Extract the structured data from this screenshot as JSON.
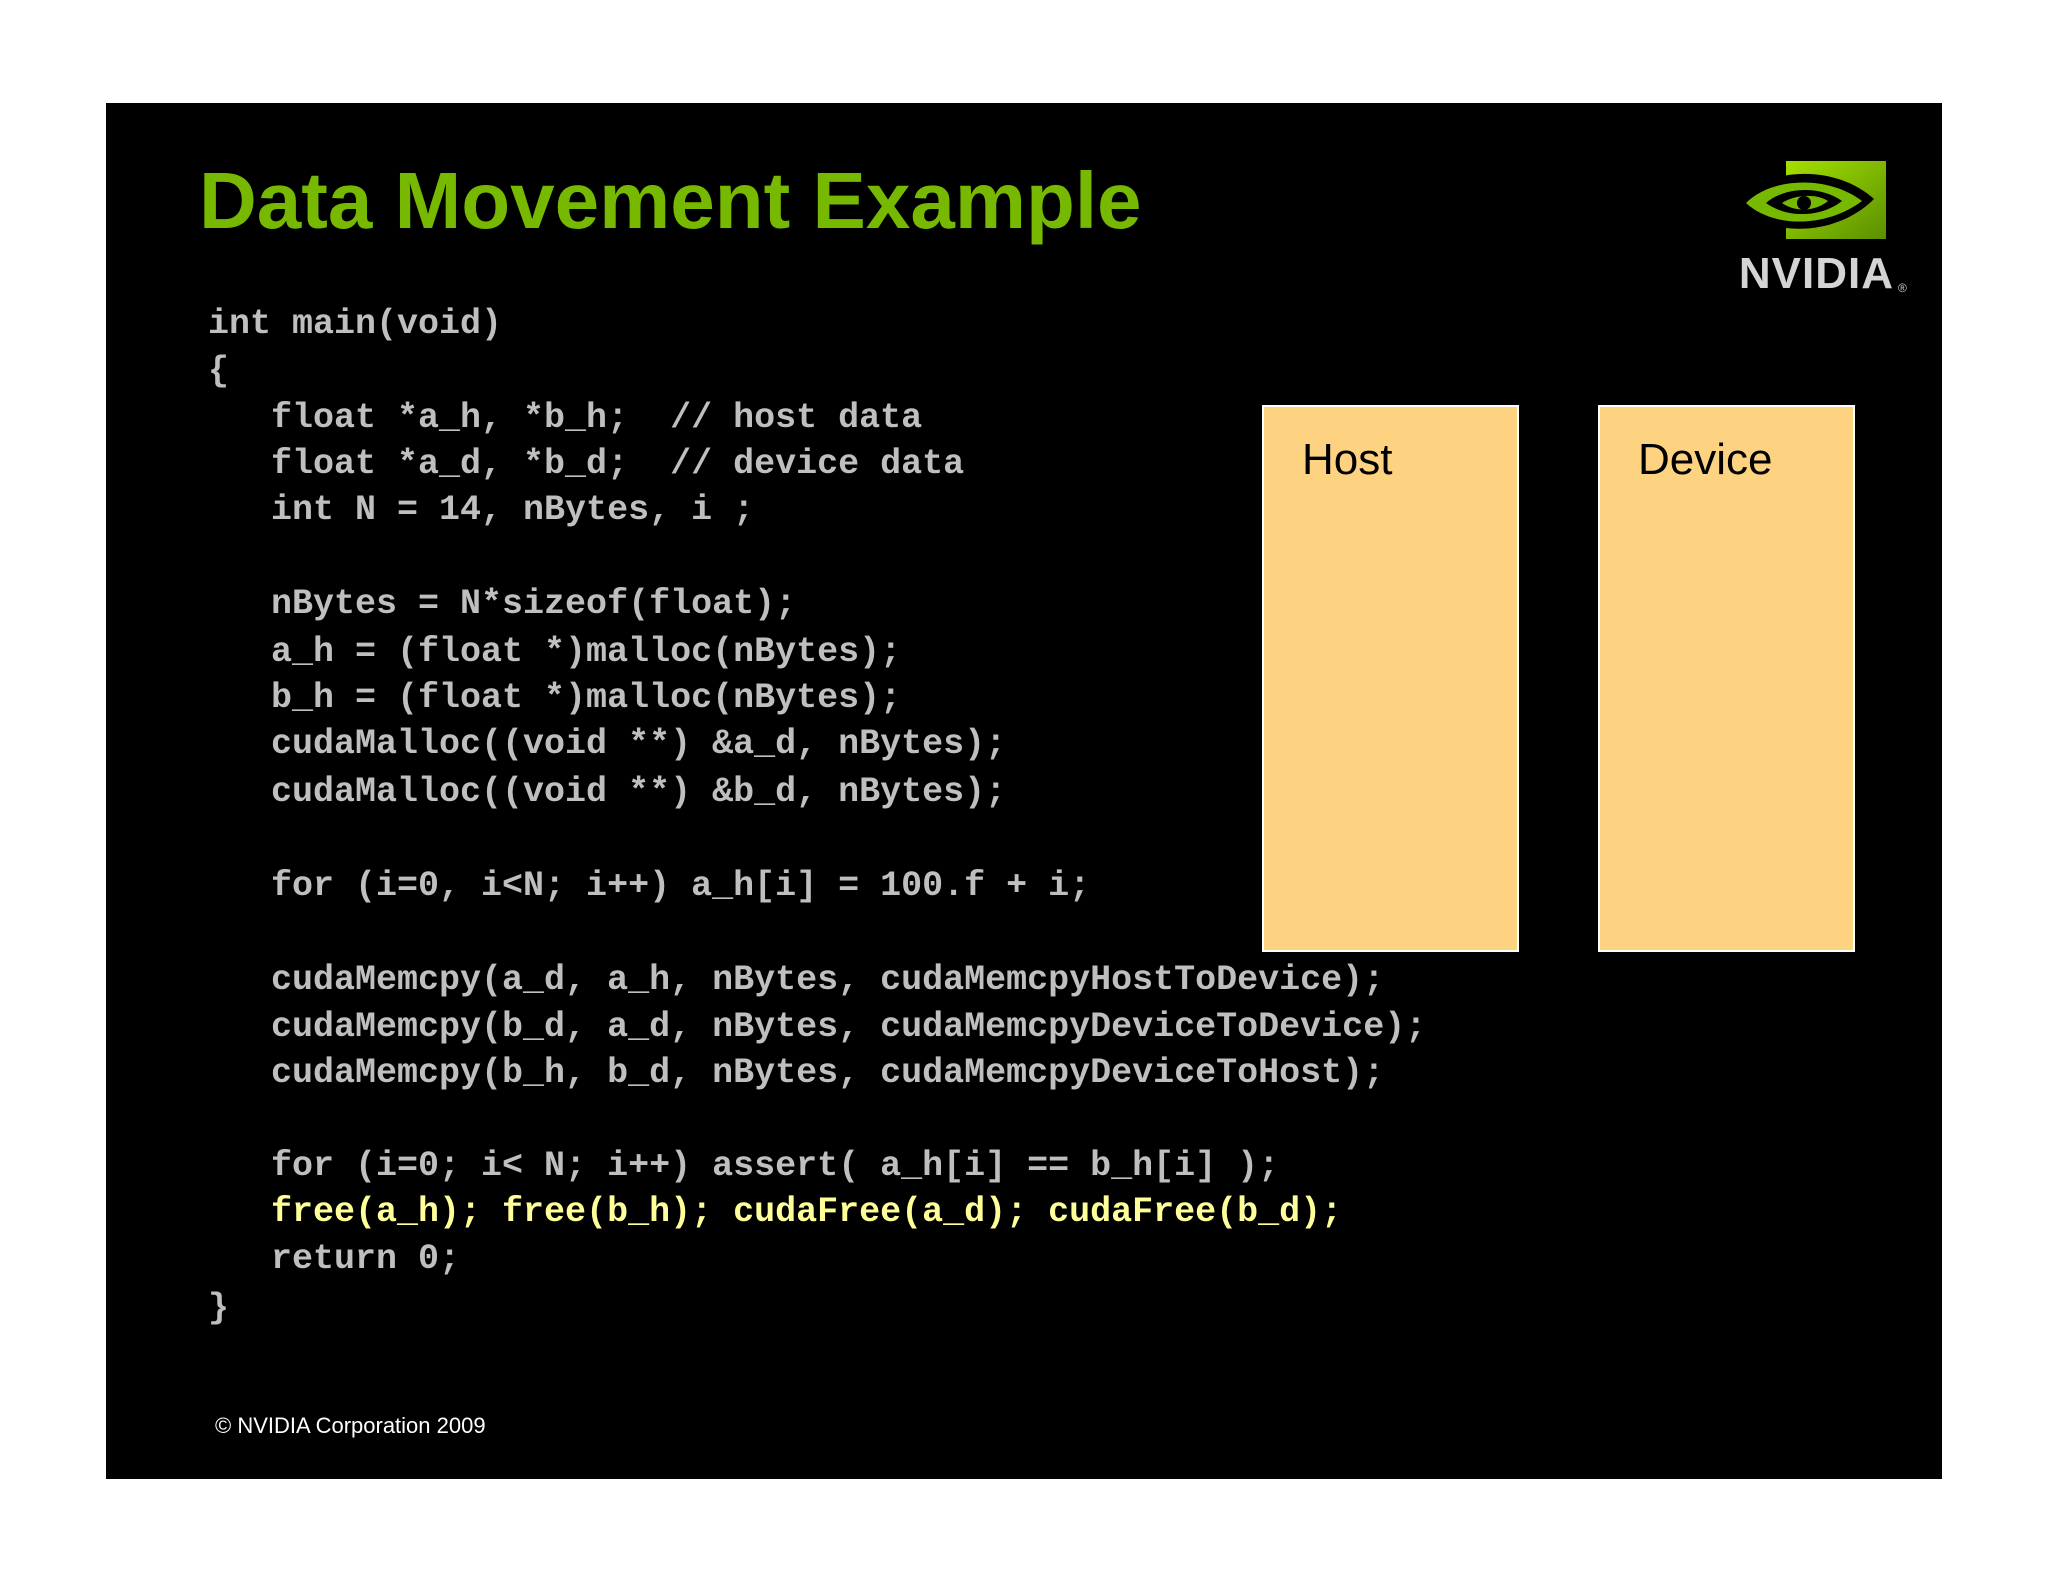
{
  "slide": {
    "title": "Data Movement Example",
    "logo_text": "NVIDIA",
    "logo_reg": "®",
    "copyright": "© NVIDIA Corporation 2009",
    "colors": {
      "background": "#000000",
      "title": "#76b900",
      "code": "#bfbfbf",
      "highlight": "#ffff99",
      "box_fill": "#fdd381"
    }
  },
  "code": {
    "lines": [
      "int main(void)",
      "{",
      "   float *a_h, *b_h;  // host data",
      "   float *a_d, *b_d;  // device data",
      "   int N = 14, nBytes, i ;",
      "",
      "   nBytes = N*sizeof(float);",
      "   a_h = (float *)malloc(nBytes);",
      "   b_h = (float *)malloc(nBytes);",
      "   cudaMalloc((void **) &a_d, nBytes);",
      "   cudaMalloc((void **) &b_d, nBytes);",
      "",
      "   for (i=0, i<N; i++) a_h[i] = 100.f + i;",
      "",
      "   cudaMemcpy(a_d, a_h, nBytes, cudaMemcpyHostToDevice);",
      "   cudaMemcpy(b_d, a_d, nBytes, cudaMemcpyDeviceToDevice);",
      "   cudaMemcpy(b_h, b_d, nBytes, cudaMemcpyDeviceToHost);",
      "",
      "   for (i=0; i< N; i++) assert( a_h[i] == b_h[i] );",
      "   free(a_h); free(b_h); cudaFree(a_d); cudaFree(b_d);",
      "   return 0;",
      "}"
    ],
    "highlighted_line": 19
  },
  "diagram": {
    "host_label": "Host",
    "device_label": "Device"
  },
  "icons": {
    "logo": "nvidia-eye-logo-icon"
  }
}
